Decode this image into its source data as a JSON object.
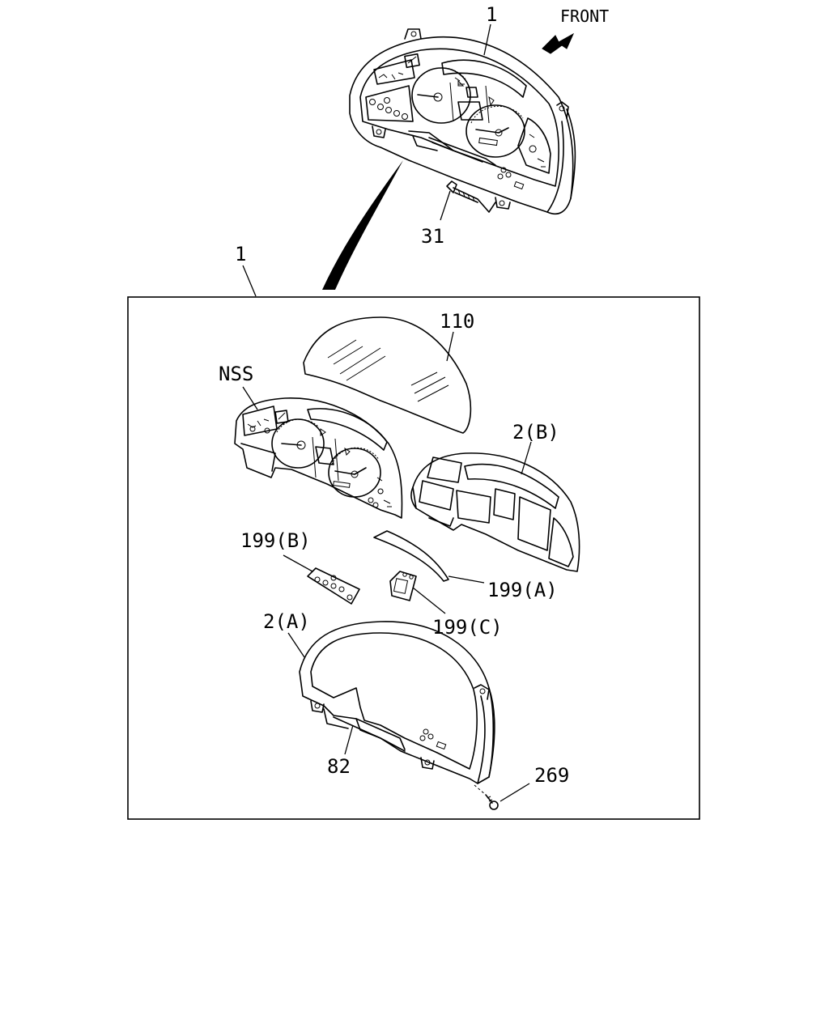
{
  "diagram": {
    "front_label": "FRONT",
    "labels": {
      "assembly_top": "1",
      "assembly_box": "1",
      "bolt": "31",
      "lens": "110",
      "nss": "NSS",
      "case_b": "2(B)",
      "plate_b": "199(B)",
      "plate_a": "199(A)",
      "plate_c": "199(C)",
      "case_a": "2(A)",
      "bracket": "82",
      "screw": "269"
    }
  }
}
